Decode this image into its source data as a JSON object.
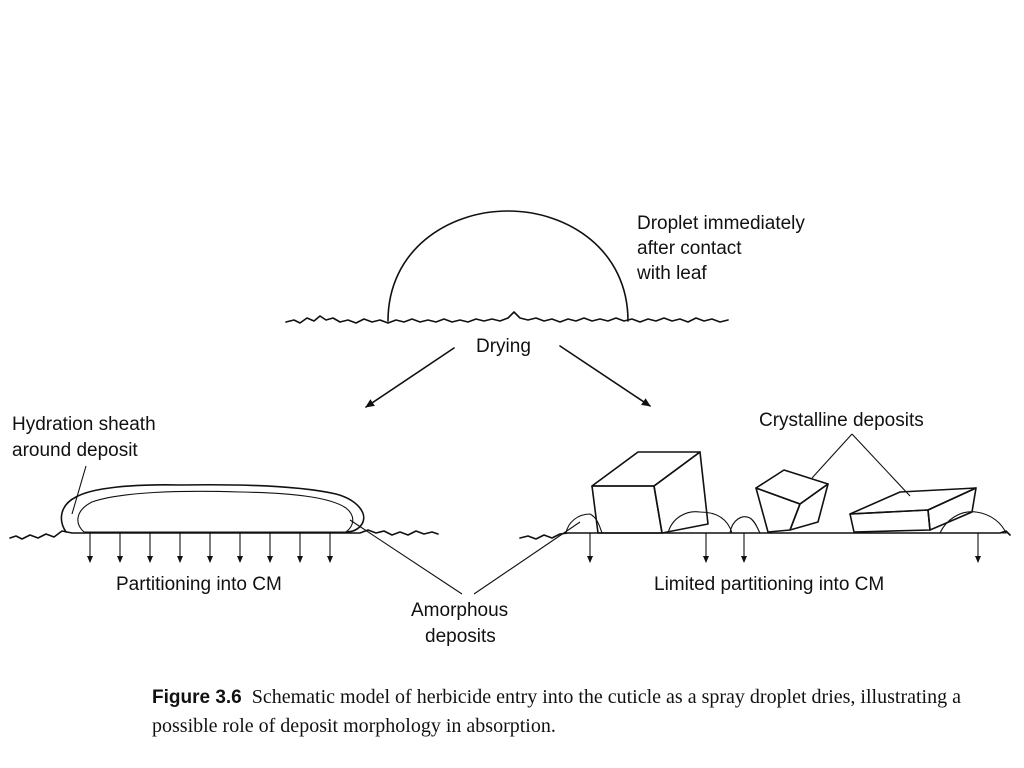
{
  "labels": {
    "droplet_line1": "Droplet immediately",
    "droplet_line2": "after contact",
    "droplet_line3": "with leaf",
    "drying": "Drying",
    "hydration_line1": "Hydration sheath",
    "hydration_line2": "around deposit",
    "crystalline": "Crystalline deposits",
    "partitioning": "Partitioning into CM",
    "limited_partitioning": "Limited partitioning into CM",
    "amorphous_line1": "Amorphous",
    "amorphous_line2": "deposits"
  },
  "caption": {
    "figure_number": "Figure 3.6",
    "text": "Schematic model of herbicide entry into the cuticle as a spray droplet dries, illustrating a possible role of deposit morphology in absorption."
  },
  "colors": {
    "ink": "#111111",
    "background": "#ffffff"
  }
}
